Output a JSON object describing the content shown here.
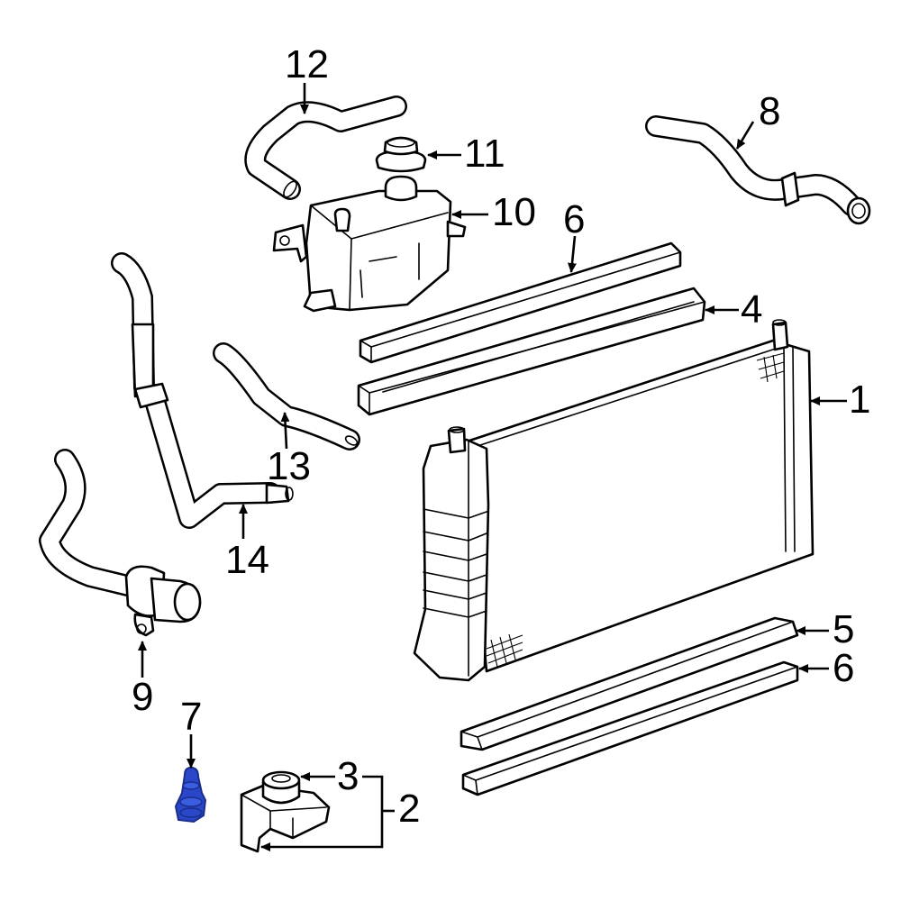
{
  "callouts": {
    "c1": "1",
    "c2": "2",
    "c3": "3",
    "c4": "4",
    "c5": "5",
    "c6a": "6",
    "c6b": "6",
    "c7": "7",
    "c8": "8",
    "c9": "9",
    "c10": "10",
    "c11": "11",
    "c12": "12",
    "c13": "13",
    "c14": "14"
  },
  "colors": {
    "line": "#000000",
    "background": "#ffffff",
    "highlight": "#2a47c9",
    "highlight_dark": "#1a2d8a"
  },
  "highlighted_part": "7"
}
